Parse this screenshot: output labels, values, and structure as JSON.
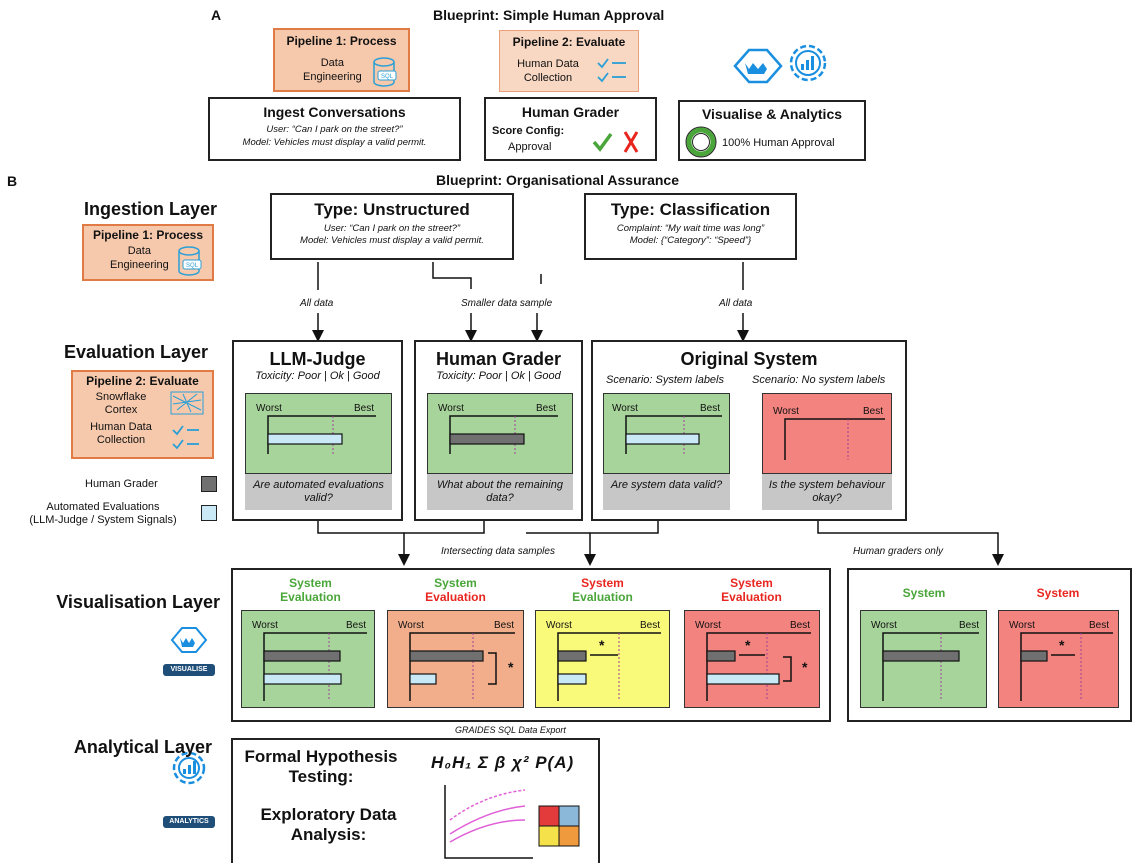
{
  "sectionA": {
    "letter": "A",
    "title": "Blueprint: Simple Human Approval",
    "pipeline1": {
      "title": "Pipeline 1: Process",
      "line1": "Data",
      "line2": "Engineering"
    },
    "pipeline2": {
      "title": "Pipeline 2: Evaluate",
      "line1": "Human Data",
      "line2": "Collection"
    },
    "ingest": {
      "title": "Ingest Conversations",
      "user": "User: “Can I park on the street?”",
      "model": "Model: Vehicles must display a valid permit."
    },
    "grader": {
      "title": "Human Grader",
      "score": "Score Config:",
      "approval": "Approval"
    },
    "visualise": {
      "title": "Visualise & Analytics",
      "approval": "100% Human Approval"
    }
  },
  "sectionB": {
    "letter": "B",
    "title": "Blueprint: Organisational Assurance",
    "layers": {
      "ingestion": "Ingestion Layer",
      "evaluation": "Evaluation Layer",
      "visualisation": "Visualisation Layer",
      "analytical": "Analytical Layer"
    },
    "pipeline1": {
      "title": "Pipeline 1: Process",
      "line1": "Data",
      "line2": "Engineering"
    },
    "pipeline2": {
      "title": "Pipeline 2: Evaluate",
      "line1": "Snowflake",
      "line2": "Cortex",
      "line3": "Human Data",
      "line4": "Collection"
    },
    "unstructured": {
      "title": "Type: Unstructured",
      "user": "User: “Can I park on the street?”",
      "model": "Model: Vehicles must display a valid permit."
    },
    "classification": {
      "title": "Type: Classification",
      "complaint": "Complaint: “My wait time was long”",
      "model": "Model: {“Category”: “Speed”}"
    },
    "arrows": {
      "all1": "All data",
      "smaller": "Smaller data sample",
      "all2": "All data",
      "intersect": "Intersecting data samples",
      "human_only": "Human graders only",
      "export": "GRAIDES SQL Data Export"
    },
    "llm": {
      "title": "LLM-Judge",
      "sub": "Toxicity: Poor | Ok | Good",
      "q": "Are automated evaluations valid?"
    },
    "human": {
      "title": "Human Grader",
      "sub": "Toxicity: Poor | Ok | Good",
      "q": "What about the remaining data?"
    },
    "original": {
      "title": "Original System",
      "s1": "Scenario: System labels",
      "s2": "Scenario: No system labels",
      "q1": "Are system data valid?",
      "q2": "Is the system behaviour okay?"
    },
    "worst": "Worst",
    "best": "Best",
    "legend": {
      "human": "Human Grader",
      "auto1": "Automated Evaluations",
      "auto2": "(LLM-Judge / System Signals)"
    },
    "vis": {
      "system": "System",
      "evaluation": "Evaluation",
      "star": "*"
    },
    "badges": {
      "visualise": "VISUALISE",
      "analytics": "ANALYTICS"
    },
    "analysis": {
      "hyp1": "Formal Hypothesis",
      "hyp2": "Testing:",
      "eda1": "Exploratory Data",
      "eda2": "Analysis:",
      "symbols": "H₀H₁ Σ β χ² P(A)"
    }
  },
  "colors": {
    "green": "#a7d49a",
    "red": "#f2837f",
    "orange": "#f2ae8b",
    "yellow": "#fafa7a",
    "human_bar": "#707070",
    "auto_bar": "#c9e9f7",
    "tick_green": "#4aa63a",
    "cross_red": "#e8261f",
    "brand_blue": "#1a8fe0"
  }
}
